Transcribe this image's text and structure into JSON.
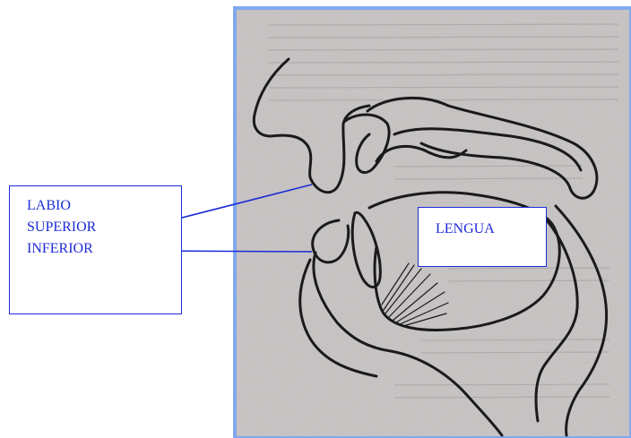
{
  "labels": {
    "labio": "LABIO",
    "superior": "SUPERIOR",
    "inferior": "INFERIOR",
    "lengua": "LENGUA"
  },
  "colors": {
    "label_blue": "#1c2bd6",
    "photo_frame": "#7fa8ee",
    "photo_paper": "#c7c3c3",
    "ink": "#1a1a1a"
  }
}
